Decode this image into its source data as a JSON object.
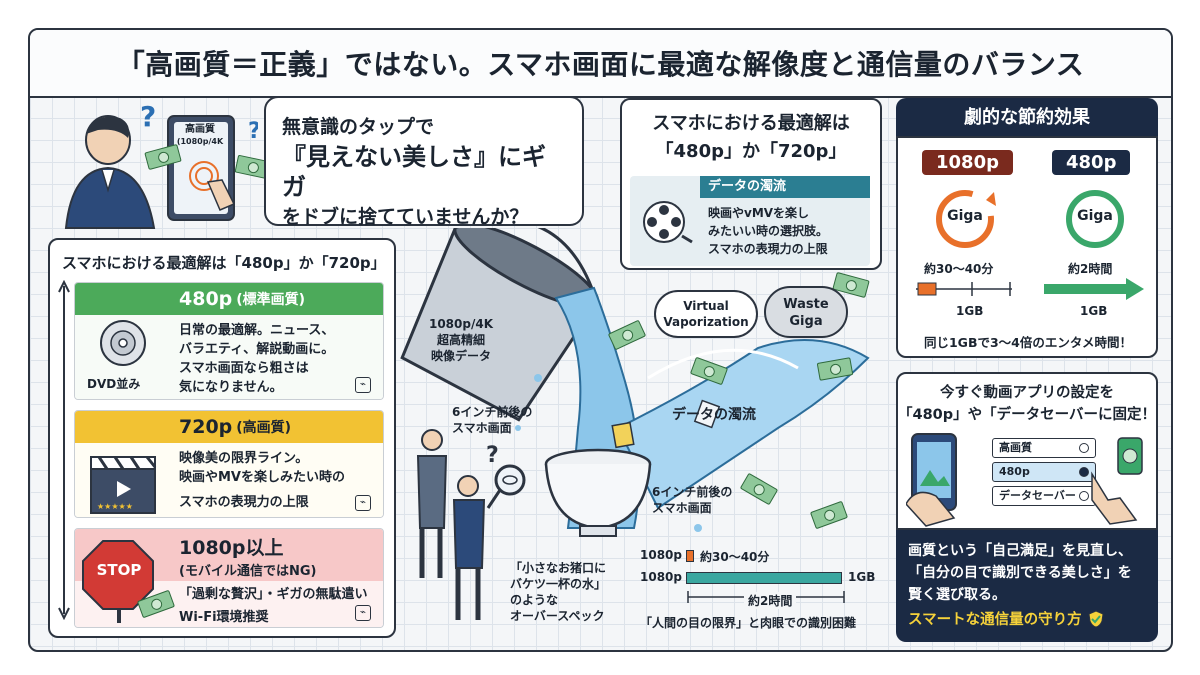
{
  "title": "「高画質＝正義」ではない。スマホ画面に最適な解像度と通信量のバランス",
  "intro": {
    "phone_label_line1": "高画質",
    "phone_label_line2": "(1080p/4K",
    "speech_line1": "無意識のタップで",
    "speech_line2": "『見えない美しさ』にギガ",
    "speech_line3": "をドブに捨てていませんか？"
  },
  "tiers_panel": {
    "heading": "スマホにおける最適解は「480p」か「720p」",
    "tiers": [
      {
        "name": "480p",
        "sub": "(標準画質)",
        "icon_caption": "DVD並み",
        "lines": [
          "日常の最適解。ニュース、",
          "バラエティ、解説動画に。",
          "スマホ画面なら粗さは",
          "気になりません。"
        ],
        "color": "#4caa5a",
        "bg": "#e6f4e8"
      },
      {
        "name": "720p",
        "sub": "(高画質)",
        "icon_caption": "",
        "lines": [
          "映像美の限界ライン。",
          "映画やMVを楽しみたい時の",
          "スマホの表現力の上限"
        ],
        "color": "#f2c233",
        "bg": "#fdf5d8"
      },
      {
        "name": "1080p以上",
        "sub": "(モバイル通信ではNG)",
        "icon_caption": "STOP",
        "lines": [
          "「過剰な贅沢」・ギガの無駄遣い",
          "Wi-Fi環境推奨"
        ],
        "color": "#f0b4b4",
        "bg": "#fbe6e6"
      }
    ]
  },
  "center": {
    "bucket_label_line1": "1080p/4K",
    "bucket_label_line2": "超高精細",
    "bucket_label_line3": "映像データ",
    "screen_label_left_line1": "6インチ前後の",
    "screen_label_left_line2": "スマホ画面",
    "screen_label_right_line1": "6インチ前後の",
    "screen_label_right_line2": "スマホ画面",
    "torrent_label": "データの濁流",
    "cloud1": "Virtual Vaporization",
    "cloud2_line1": "Waste",
    "cloud2_line2": "Giga",
    "bowl_caption": [
      "「小さなお猪口に",
      "バケツ一杯の水」",
      "のような",
      "オーバースペック"
    ],
    "mini_chart": {
      "rows": [
        {
          "label": "1080p",
          "note": "約30〜40分"
        },
        {
          "label": "1080p",
          "note": "1GB"
        }
      ],
      "span_label": "約2時間",
      "footer": "「人間の目の限界」と肉眼での識別困難"
    }
  },
  "optimum": {
    "heading_line1": "スマホにおける最適解は",
    "heading_line2": "「480p」か「720p」",
    "card_title": "データの濁流",
    "card_lines": [
      "映画やvMVを楽し",
      "みたいい時の選択肢。",
      "スマホの表現力の上限"
    ]
  },
  "savings": {
    "heading": "劇的な節約効果",
    "left_chip": "1080p",
    "right_chip": "480p",
    "giga": "Giga",
    "left_time": "約30〜40分",
    "right_time": "約2時間",
    "left_gb": "1GB",
    "right_gb": "1GB",
    "footer": "同じ1GBで3〜4倍のエンタメ時間！"
  },
  "settings": {
    "heading_line1": "今すぐ動画アプリの設定を",
    "heading_line2": "「480p」や「データセーバーに固定！",
    "options": [
      "高画質",
      "480p",
      "データセーバー"
    ],
    "message_line1": "画質という「自己満足」を見直し、",
    "message_line2": "「自分の目で識別できる美しさ」を",
    "message_line3": "賢く選び取る。",
    "slogan": "スマートな通信量の守り方"
  },
  "colors": {
    "navy": "#1b2a44",
    "dark_red": "#7a2a1e",
    "orange": "#e8702a",
    "green": "#3aa76a",
    "teal": "#2b7e92",
    "water": "#8cc6ea",
    "yellow_text": "#f6d23a"
  }
}
